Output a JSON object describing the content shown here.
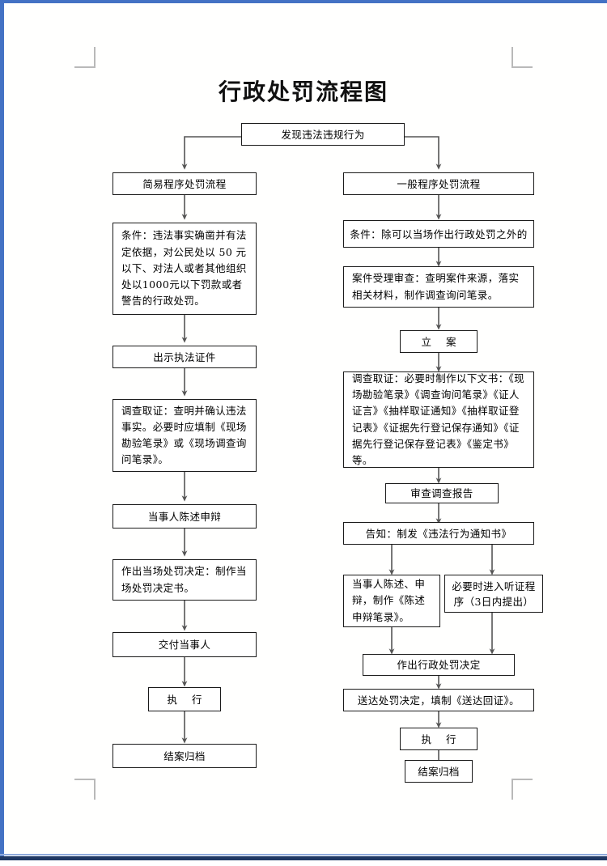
{
  "document": {
    "title": "行政处罚流程图",
    "page_border_color": "#4472c4",
    "box_border_color": "#1a1a1a",
    "connector_color": "#555555"
  },
  "chart_data": {
    "type": "diagram",
    "title": "行政处罚流程图",
    "root": "发现违法违规行为",
    "branches": [
      "简易程序处罚流程",
      "一般程序处罚流程"
    ],
    "nodes": {
      "root": "发现违法违规行为",
      "simple_head": "简易程序处罚流程",
      "simple_condition": "条件：违法事实确凿并有法定依据，对公民处以 50 元以下、对法人或者其他组织处以1000元以下罚款或者警告的行政处罚。",
      "simple_credential": "出示执法证件",
      "simple_evidence": "调查取证：查明并确认违法事实。必要时应填制《现场勘验笔录》或《现场调查询问笔录》。",
      "simple_statement": "当事人陈述申辩",
      "simple_decision": "作出当场处罚决定：制作当场处罚决定书。",
      "simple_deliver": "交付当事人",
      "simple_execute": "执 行",
      "simple_close": "结案归档",
      "general_head": "一般程序处罚流程",
      "general_condition": "条件：除可以当场作出行政处罚之外的",
      "general_accept": "案件受理审查：查明案件来源，落实相关材料，制作调查询问笔录。",
      "general_file": "立 案",
      "general_evidence": "调查取证：必要时制作以下文书：《现场勘验笔录》《调查询问笔录》《证人证言》《抽样取证通知》《抽样取证登记表》《证据先行登记保存通知》《证据先行登记保存登记表》《鉴定书》等。",
      "general_review": "审查调查报告",
      "general_notify": "告知：制发《违法行为通知书》",
      "general_statement": "当事人陈述、申辩，制作《陈述申辩笔录》。",
      "general_hearing": "必要时进入听证程序（3日内提出）",
      "general_decision": "作出行政处罚决定",
      "general_serve": "送达处罚决定，填制《送达回证》。",
      "general_execute": "执 行",
      "general_close": "结案归档"
    },
    "edges": [
      {
        "from": "root",
        "to": "simple_head"
      },
      {
        "from": "root",
        "to": "general_head"
      },
      {
        "from": "simple_head",
        "to": "simple_condition"
      },
      {
        "from": "simple_condition",
        "to": "simple_credential"
      },
      {
        "from": "simple_credential",
        "to": "simple_evidence"
      },
      {
        "from": "simple_evidence",
        "to": "simple_statement"
      },
      {
        "from": "simple_statement",
        "to": "simple_decision"
      },
      {
        "from": "simple_decision",
        "to": "simple_deliver"
      },
      {
        "from": "simple_deliver",
        "to": "simple_execute"
      },
      {
        "from": "simple_execute",
        "to": "simple_close"
      },
      {
        "from": "general_head",
        "to": "general_condition"
      },
      {
        "from": "general_condition",
        "to": "general_accept"
      },
      {
        "from": "general_accept",
        "to": "general_file"
      },
      {
        "from": "general_file",
        "to": "general_evidence"
      },
      {
        "from": "general_evidence",
        "to": "general_review"
      },
      {
        "from": "general_review",
        "to": "general_notify"
      },
      {
        "from": "general_notify",
        "to": "general_statement"
      },
      {
        "from": "general_notify",
        "to": "general_hearing"
      },
      {
        "from": "general_statement",
        "to": "general_decision"
      },
      {
        "from": "general_hearing",
        "to": "general_decision"
      },
      {
        "from": "general_decision",
        "to": "general_serve"
      },
      {
        "from": "general_serve",
        "to": "general_execute"
      },
      {
        "from": "general_execute",
        "to": "general_close"
      }
    ]
  }
}
